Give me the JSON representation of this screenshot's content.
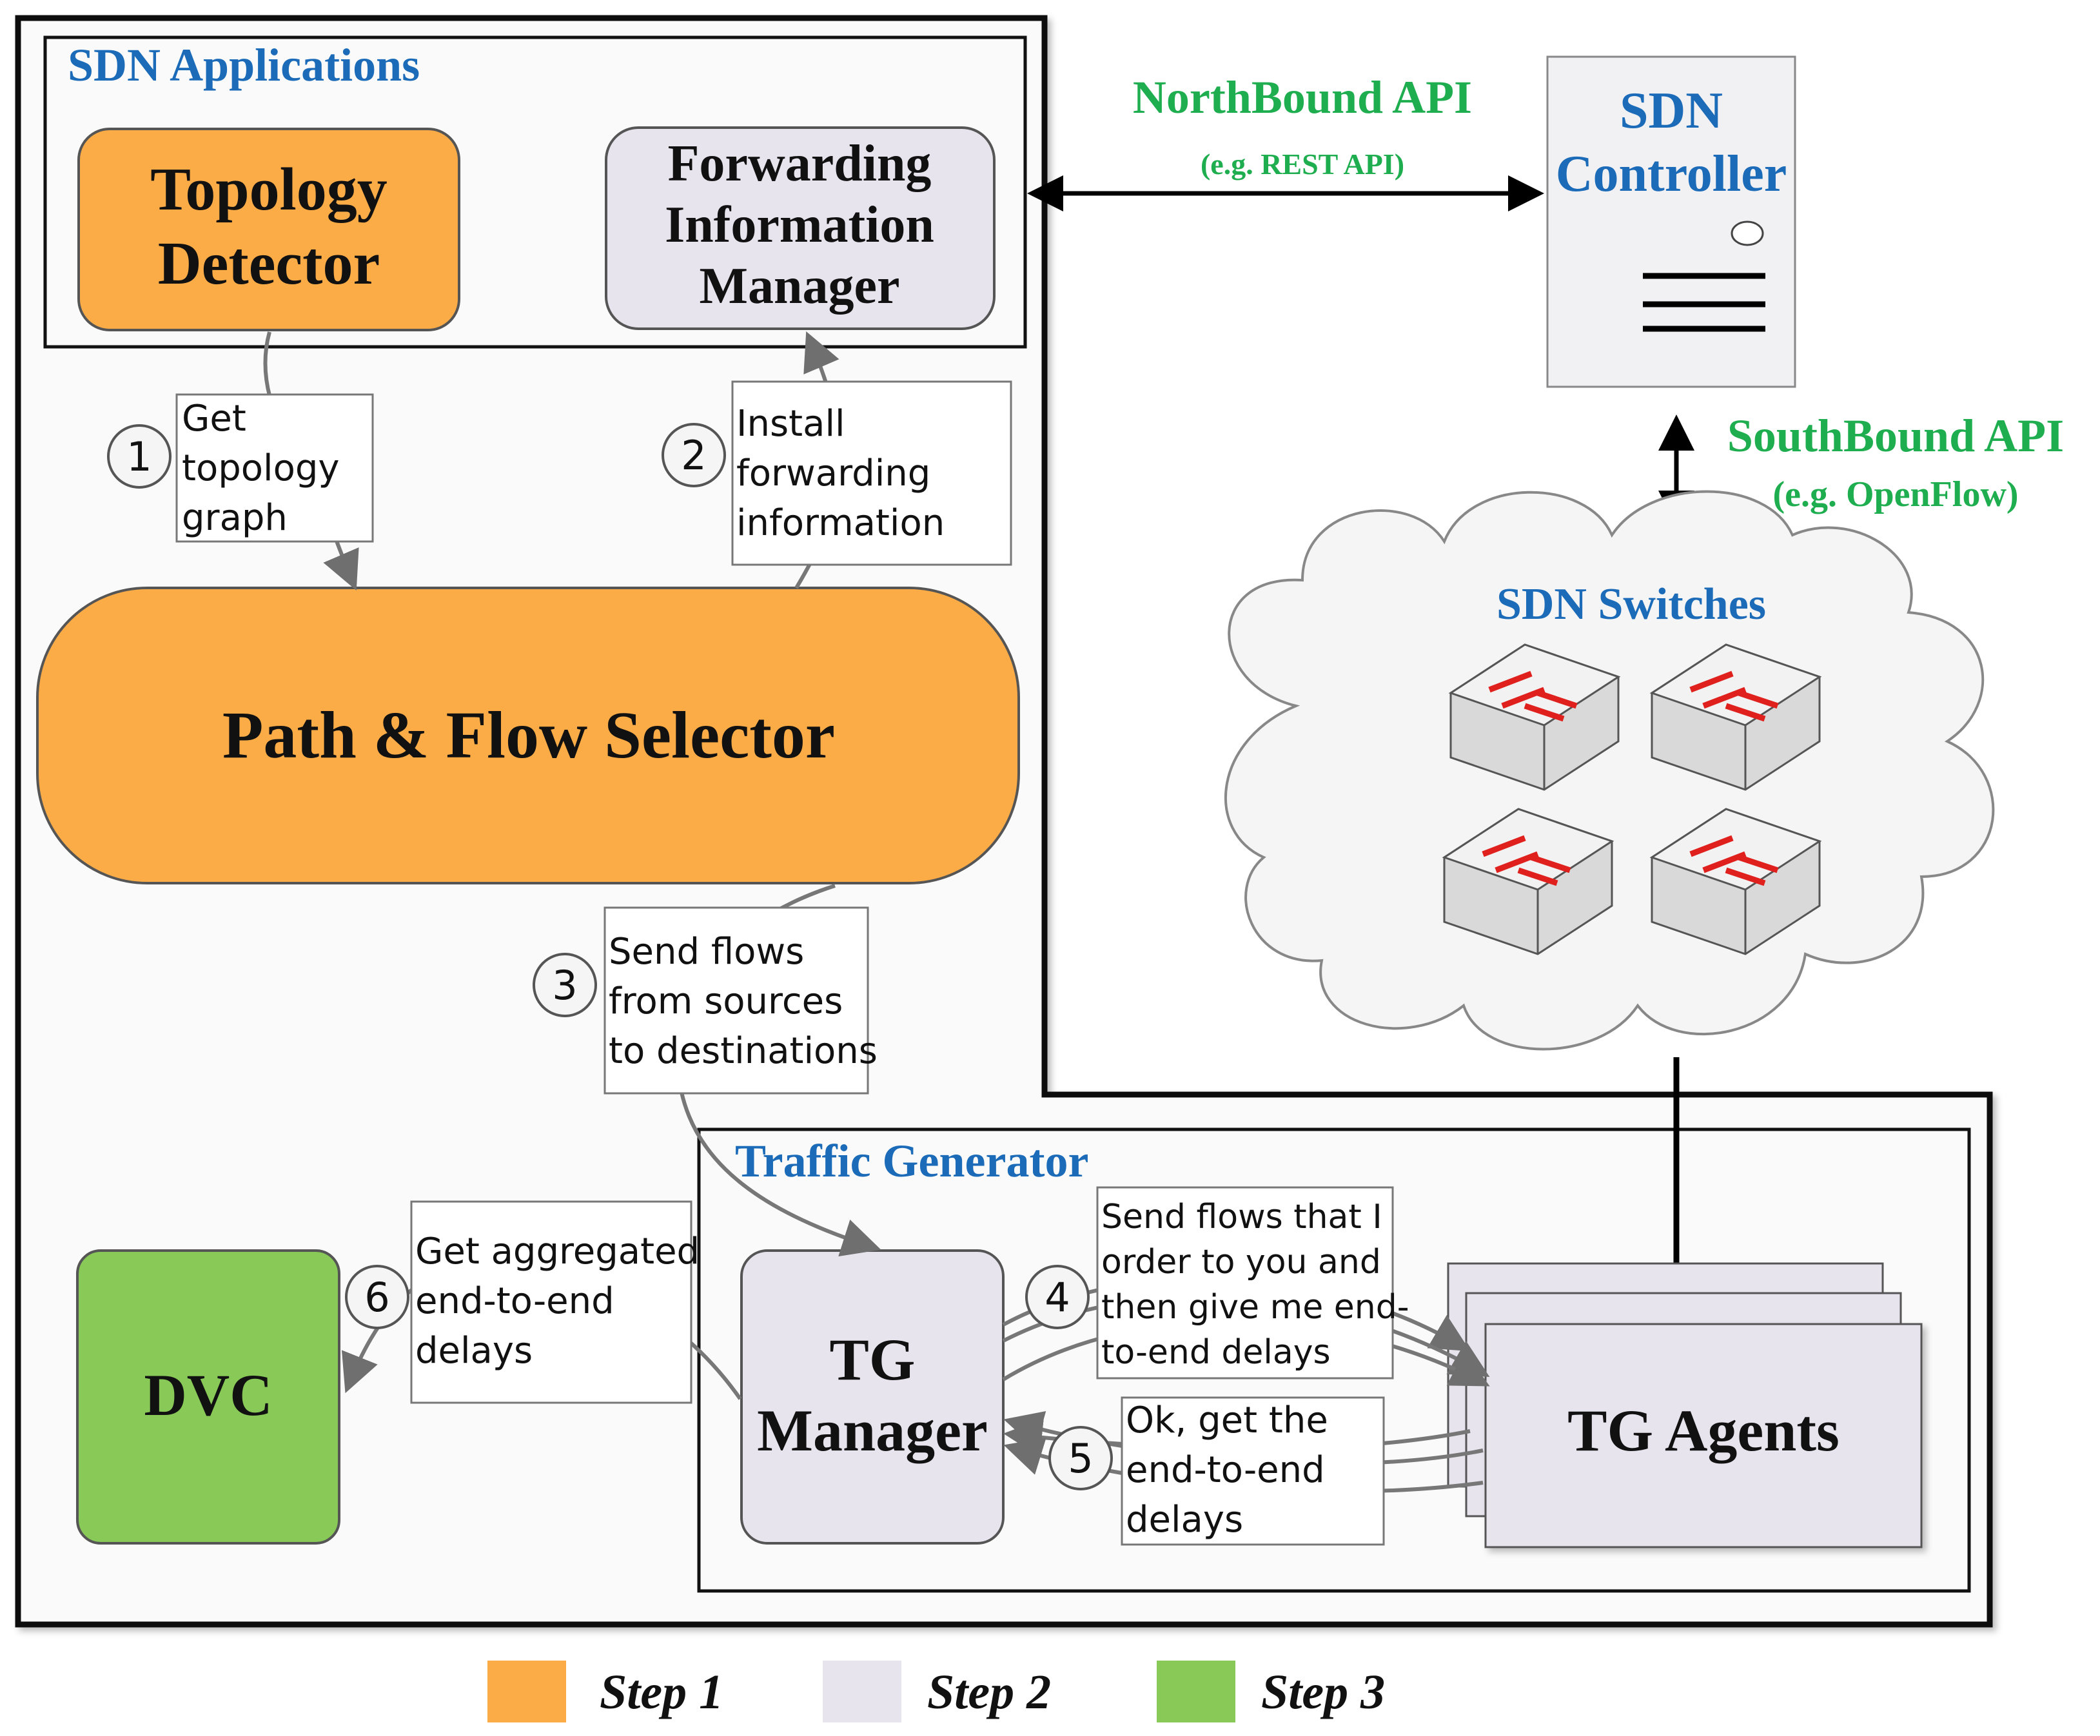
{
  "sdn_applications": {
    "title": "SDN Applications",
    "topology_detector": [
      "Topology",
      "Detector"
    ],
    "fim": [
      "Forwarding",
      "Information",
      "Manager"
    ]
  },
  "path_flow_selector": "Path & Flow Selector",
  "northbound": {
    "title": "NorthBound API",
    "subtitle": "(e.g. REST API)"
  },
  "controller": [
    "SDN",
    "Controller"
  ],
  "southbound": {
    "title": "SouthBound API",
    "subtitle": "(e.g. OpenFlow)"
  },
  "switches_title": "SDN Switches",
  "traffic_generator": {
    "title": "Traffic Generator",
    "tg_manager": [
      "TG",
      "Manager"
    ],
    "tg_agents": "TG Agents"
  },
  "dvc": "DVC",
  "steps": [
    {
      "num": "1",
      "lines": [
        "Get",
        "topology",
        "graph"
      ]
    },
    {
      "num": "2",
      "lines": [
        "Install",
        "forwarding",
        "information"
      ]
    },
    {
      "num": "3",
      "lines": [
        "Send flows",
        "from sources",
        "to destinations"
      ]
    },
    {
      "num": "4",
      "lines": [
        "Send flows that I",
        "order to you and",
        "then give me end-",
        "to-end delays"
      ]
    },
    {
      "num": "5",
      "lines": [
        "Ok, get the",
        "end-to-end",
        "delays"
      ]
    },
    {
      "num": "6",
      "lines": [
        "Get aggregated",
        "end-to-end",
        "delays"
      ]
    }
  ],
  "legend": [
    {
      "label": "Step 1",
      "color": "#FBAC47"
    },
    {
      "label": "Step 2",
      "color": "#E8E4EE"
    },
    {
      "label": "Step 3",
      "color": "#88C957"
    }
  ],
  "colors": {
    "step1": "#FBAC47",
    "step2": "#E8E4EE",
    "step3": "#88C957",
    "blue_title": "#1B6BB8",
    "green_api": "#1FAE4F",
    "switch_arrow": "#E0201C"
  }
}
